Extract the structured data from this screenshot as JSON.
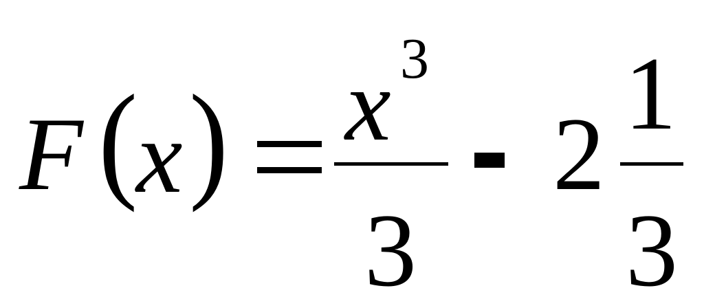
{
  "formula": {
    "func_name": "F",
    "open_paren": "(",
    "variable": "x",
    "close_paren": ")",
    "first_fraction": {
      "numerator_base": "x",
      "numerator_exponent": "3",
      "denominator": "3"
    },
    "operator": "-",
    "mixed_number": {
      "whole": "2",
      "numerator": "1",
      "denominator": "3"
    }
  }
}
